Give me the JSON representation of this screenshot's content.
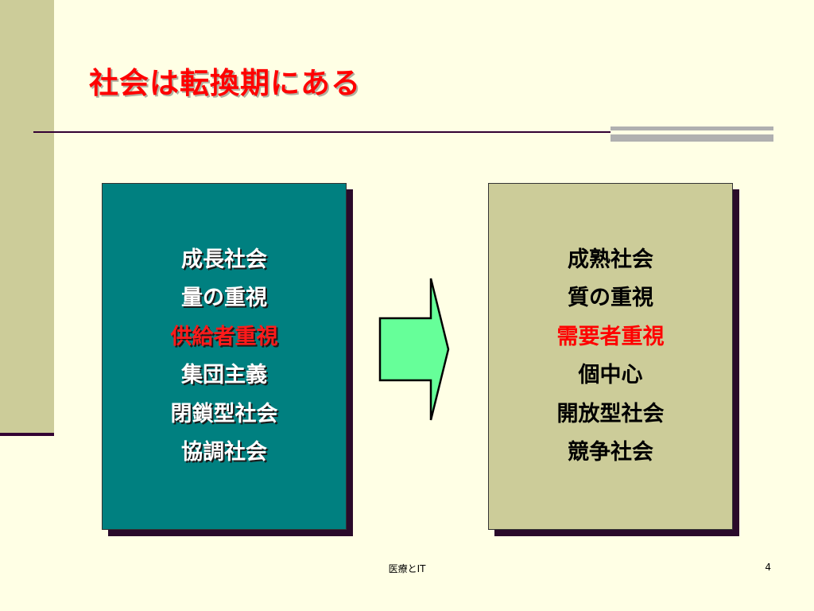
{
  "slide": {
    "title": "社会は転換期にある",
    "left_box": {
      "items": [
        "成長社会",
        "量の重視",
        "供給者重視",
        "集団主義",
        "閉鎖型社会",
        "協調社会"
      ],
      "highlight_index": 2
    },
    "right_box": {
      "items": [
        "成熟社会",
        "質の重視",
        "需要者重視",
        "個中心",
        "開放型社会",
        "競争社会"
      ],
      "highlight_index": 2
    },
    "footer": "医療とIT",
    "page_number": "4"
  },
  "colors": {
    "title": "#ff0000",
    "highlight": "#ff0000",
    "left_box_bg": "#008080",
    "right_box_bg": "#cccc99",
    "arrow_fill": "#66ff99",
    "background": "#ffffe5"
  }
}
